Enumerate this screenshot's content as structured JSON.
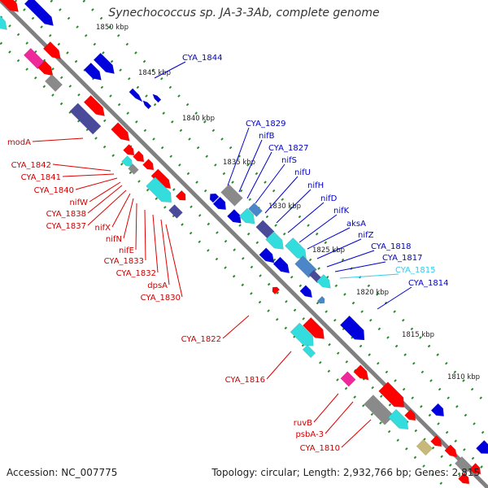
{
  "title": "Synechococcus sp. JA-3-3Ab, complete genome",
  "footer": {
    "accession": "Accession: NC_007775",
    "topology": "Topology: circular; Length: 2,932,766 bp; Genes: 2,815"
  },
  "colors": {
    "background": "#ffffff",
    "backbone": "#808080",
    "tick": "#2a8a2a",
    "red": "#ff0000",
    "blue": "#0000dd",
    "cyan": "#33dddd",
    "navy": "#4a4a9a",
    "steel": "#4a86c8",
    "gray": "#8a8a8a",
    "magenta": "#ee2a9a",
    "olive": "#c8b87a",
    "label_red": "#cc0000",
    "label_blue": "#0000cc",
    "label_cyan": "#33ccee"
  },
  "kbp_ticks": [
    "1850 kbp",
    "1845 kbp",
    "1840 kbp",
    "1835 kbp",
    "1830 kbp",
    "1825 kbp",
    "1820 kbp",
    "1815 kbp",
    "1810 kbp"
  ],
  "labels_left": [
    "modA",
    "CYA_1842",
    "CYA_1841",
    "CYA_1840",
    "nifW",
    "CYA_1838",
    "CYA_1837",
    "nifX",
    "nifN",
    "nifE",
    "CYA_1833",
    "CYA_1832",
    "dpsA",
    "CYA_1830",
    "CYA_1822",
    "CYA_1816",
    "ruvB",
    "psbA-3",
    "CYA_1810"
  ],
  "labels_right": [
    "CYA_1844",
    "CYA_1829",
    "nifB",
    "CYA_1827",
    "nifS",
    "nifU",
    "nifH",
    "nifD",
    "nifK",
    "aksA",
    "nifZ",
    "CYA_1818",
    "CYA_1817",
    "CYA_1815",
    "CYA_1814"
  ]
}
